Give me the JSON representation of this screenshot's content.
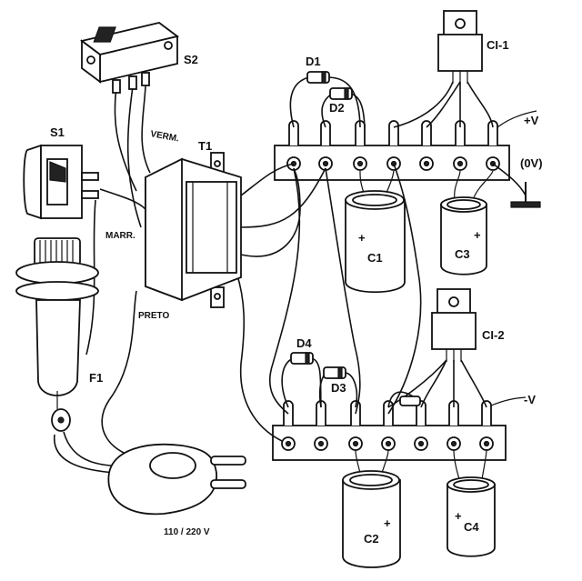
{
  "labels": {
    "s1": "S1",
    "s2": "S2",
    "t1": "T1",
    "f1": "F1",
    "d1": "D1",
    "d2": "D2",
    "d3": "D3",
    "d4": "D4",
    "ci1": "CI-1",
    "ci2": "CI-2",
    "c1": "C1",
    "c2": "C2",
    "c3": "C3",
    "c4": "C4",
    "verm": "VERM.",
    "marr": "MARR.",
    "preto": "PRETO",
    "plus_v": "+V",
    "minus_v": "-V",
    "zero_v": "(0V)",
    "mains": "110 / 220 V",
    "plus": "+"
  }
}
